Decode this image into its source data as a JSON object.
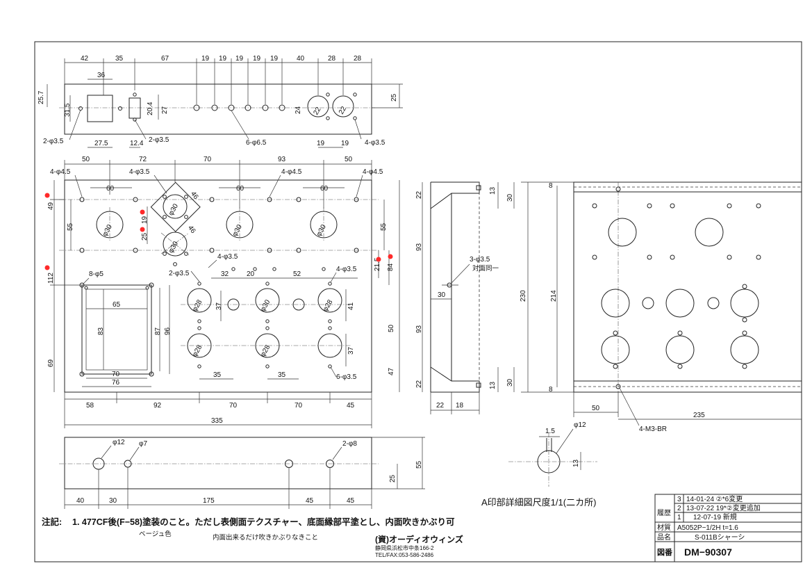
{
  "top_view": {
    "dims_top": [
      "42",
      "35",
      "67",
      "19",
      "19",
      "19",
      "19",
      "19",
      "40",
      "28",
      "28"
    ],
    "inner_36": "36",
    "h_25_7": "25.7",
    "h_31_5": "31.5",
    "h_20_4": "20.4",
    "h_27": "27",
    "h_24": "24",
    "d_22a": "22",
    "d_22b": "22",
    "right_25": "25",
    "call_2phi35_left": "2-φ3.5",
    "b_27_5": "27.5",
    "b_12_4": "12.4",
    "call_2phi35_mid": "2-φ3.5",
    "call_6phi65": "6-φ6.5",
    "b_19a": "19",
    "b_19b": "19",
    "call_4phi35_right": "4-φ3.5"
  },
  "plan_view": {
    "dims_top": [
      "50",
      "72",
      "70",
      "93",
      "50"
    ],
    "call_4phi45_left": "4-φ4.5",
    "call_4phi35_top": "4-φ3.5",
    "call_4phi45_mid": "4-φ4.5",
    "call_4phi45_right": "4-φ4.5",
    "d60a": "60",
    "d60b": "60",
    "d60c": "60",
    "d46a": "46",
    "d46b": "46",
    "phi30a": "φ30",
    "phi30b": "φ30",
    "phi30c": "φ30",
    "phi30d": "φ30",
    "phi30e": "φ30",
    "phi30f": "φ30",
    "d55l": "55",
    "d55r": "55",
    "d19": "19",
    "d25": "25",
    "left_49": "49",
    "left_112": "112",
    "left_69": "69",
    "call_8phi5": "8-φ5",
    "call_4phi35_low": "4-φ3.5",
    "call_2phi35_low": "2-φ3.5",
    "call_4phi35_r2": "4-φ3.5",
    "d32": "32",
    "d20": "20",
    "d52": "52",
    "d21_5": "21.5",
    "d84": "84",
    "d65": "65",
    "d83": "83",
    "d87": "87",
    "d96": "96",
    "d70": "70",
    "d76": "76",
    "phi28a": "φ28",
    "phi28b": "φ28",
    "phi28c": "φ28",
    "phi28d": "φ28",
    "d37a": "37",
    "d41": "41",
    "d37b": "37",
    "r50": "50",
    "r47": "47",
    "b35a": "35",
    "b35b": "35",
    "call_6phi35": "6-φ3.5",
    "dims_bottom": [
      "58",
      "92",
      "70",
      "70",
      "45"
    ],
    "total": "335"
  },
  "front_view": {
    "phi12": "φ12",
    "phi7": "φ7",
    "call_2phi8": "2-φ8",
    "r55": "55",
    "r25": "25",
    "dims_bottom": [
      "40",
      "30",
      "175",
      "45",
      "45"
    ]
  },
  "side_view": {
    "d22a": "22",
    "d13a": "13",
    "d30a": "30",
    "d93a": "93",
    "d93b": "93",
    "d230": "230",
    "d214": "214",
    "call_3phi35": "3-φ3.5",
    "call_opp": "対面同一",
    "d30mid": "30",
    "d22b": "22",
    "d13b": "13",
    "d30b": "30",
    "b22": "22",
    "b18": "18",
    "d8a": "8",
    "d8b": "8"
  },
  "bottom_view": {
    "d50": "50",
    "d235": "235",
    "call_m3": "4-M3-BR"
  },
  "detail": {
    "d1_5": "1.5",
    "phi12": "φ12",
    "d13": "13",
    "caption": "A印部詳細図尺度1/1(二カ所)"
  },
  "notes": {
    "label": "注記:",
    "line1": "1. 477CF後(F−58)塗装のこと。ただし表側面テクスチャー、底面縁部平塗とし、内面吹きかぶり可",
    "line2": "ベージュ色",
    "line3": "内面出来るだけ吹きかぶりなきこと"
  },
  "company": {
    "name": "(資)オーディオウィンズ",
    "address": "静岡県浜松市中条166-2",
    "tel": "TEL/FAX:053-586-2486"
  },
  "title_block": {
    "rev_label": "履歴",
    "rev3_no": "3",
    "rev3_text": "14-01-24 ②*6変更",
    "rev2_no": "2",
    "rev2_text": "13-07-22 19*②変更追加",
    "rev1_no": "1",
    "rev1_text": "12-07-19 新規",
    "material_label": "材質",
    "material": "A5052P−1/2H t=1.6",
    "name_label": "品名",
    "name": "S-011Bシャーシ",
    "drawing_label": "図番",
    "drawing_no": "DM−90307"
  },
  "colors": {
    "line": "#222222",
    "revision": "#d41a1a",
    "background": "#ffffff"
  }
}
